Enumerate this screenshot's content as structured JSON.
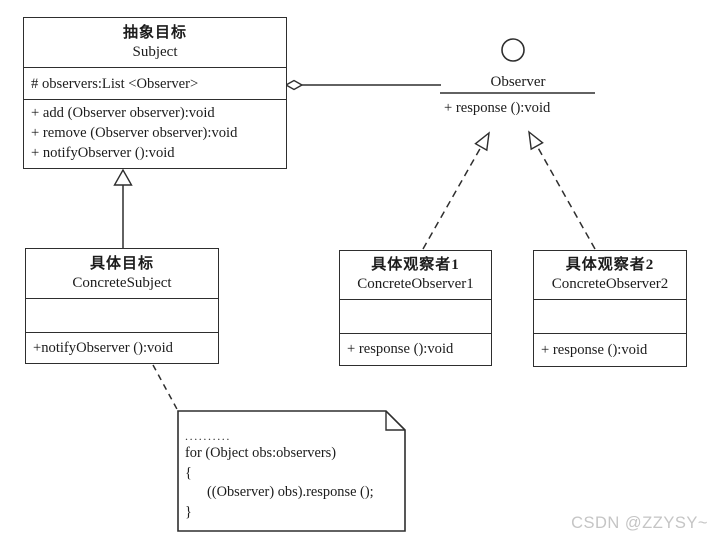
{
  "classes": {
    "subject": {
      "name_zh": "抽象目标",
      "name_en": "Subject",
      "attribute": "# observers:List <Observer>",
      "methods": [
        "+ add (Observer observer):void",
        "+ remove (Observer observer):void",
        "+ notifyObserver ():void"
      ]
    },
    "concrete_subject": {
      "name_zh": "具体目标",
      "name_en": "ConcreteSubject",
      "attribute": "",
      "method": "+notifyObserver ():void"
    },
    "concrete_observer1": {
      "name_zh": "具体观察者1",
      "name_en": "ConcreteObserver1",
      "attribute": "",
      "method": "+ response ():void"
    },
    "concrete_observer2": {
      "name_zh": "具体观察者2",
      "name_en": "ConcreteObserver2",
      "attribute": "",
      "method": "+ response ():void"
    }
  },
  "interface": {
    "name": "Observer",
    "method": "+ response ():void"
  },
  "note": {
    "lines": [
      "..........",
      "for (Object obs:observers)",
      "{",
      "((Observer) obs).response ();",
      "}"
    ]
  },
  "relations": [
    {
      "type": "aggregation",
      "from": "Subject",
      "to": "Observer"
    },
    {
      "type": "generalization",
      "from": "ConcreteSubject",
      "to": "Subject"
    },
    {
      "type": "realization",
      "from": "ConcreteObserver1",
      "to": "Observer"
    },
    {
      "type": "realization",
      "from": "ConcreteObserver2",
      "to": "Observer"
    },
    {
      "type": "note-anchor",
      "from": "ConcreteSubject",
      "to": "code-note"
    }
  ],
  "watermark": "CSDN @ZZYSY~",
  "colors": {
    "line": "#2e2e2e",
    "text": "#1c1c1c",
    "watermark": "#c5c5c5",
    "background": "#ffffff"
  }
}
